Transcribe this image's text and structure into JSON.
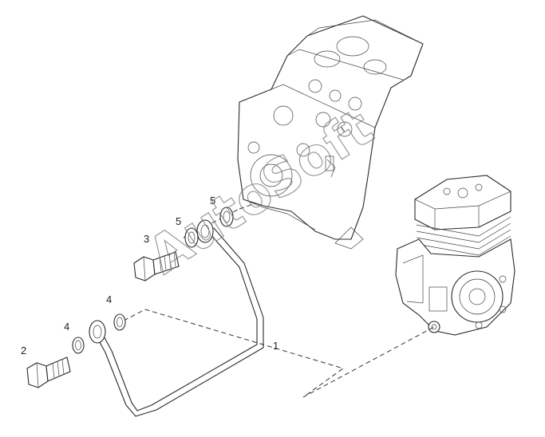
{
  "callouts": {
    "part_1": "1",
    "part_2": "2",
    "part_3": "3",
    "part_4_upper": "4",
    "part_4_lower": "4",
    "part_5_upper": "5",
    "part_5_lower": "5"
  },
  "watermark": "AutoSoft",
  "colors": {
    "line": "#2a2a2a",
    "background": "#ffffff"
  }
}
